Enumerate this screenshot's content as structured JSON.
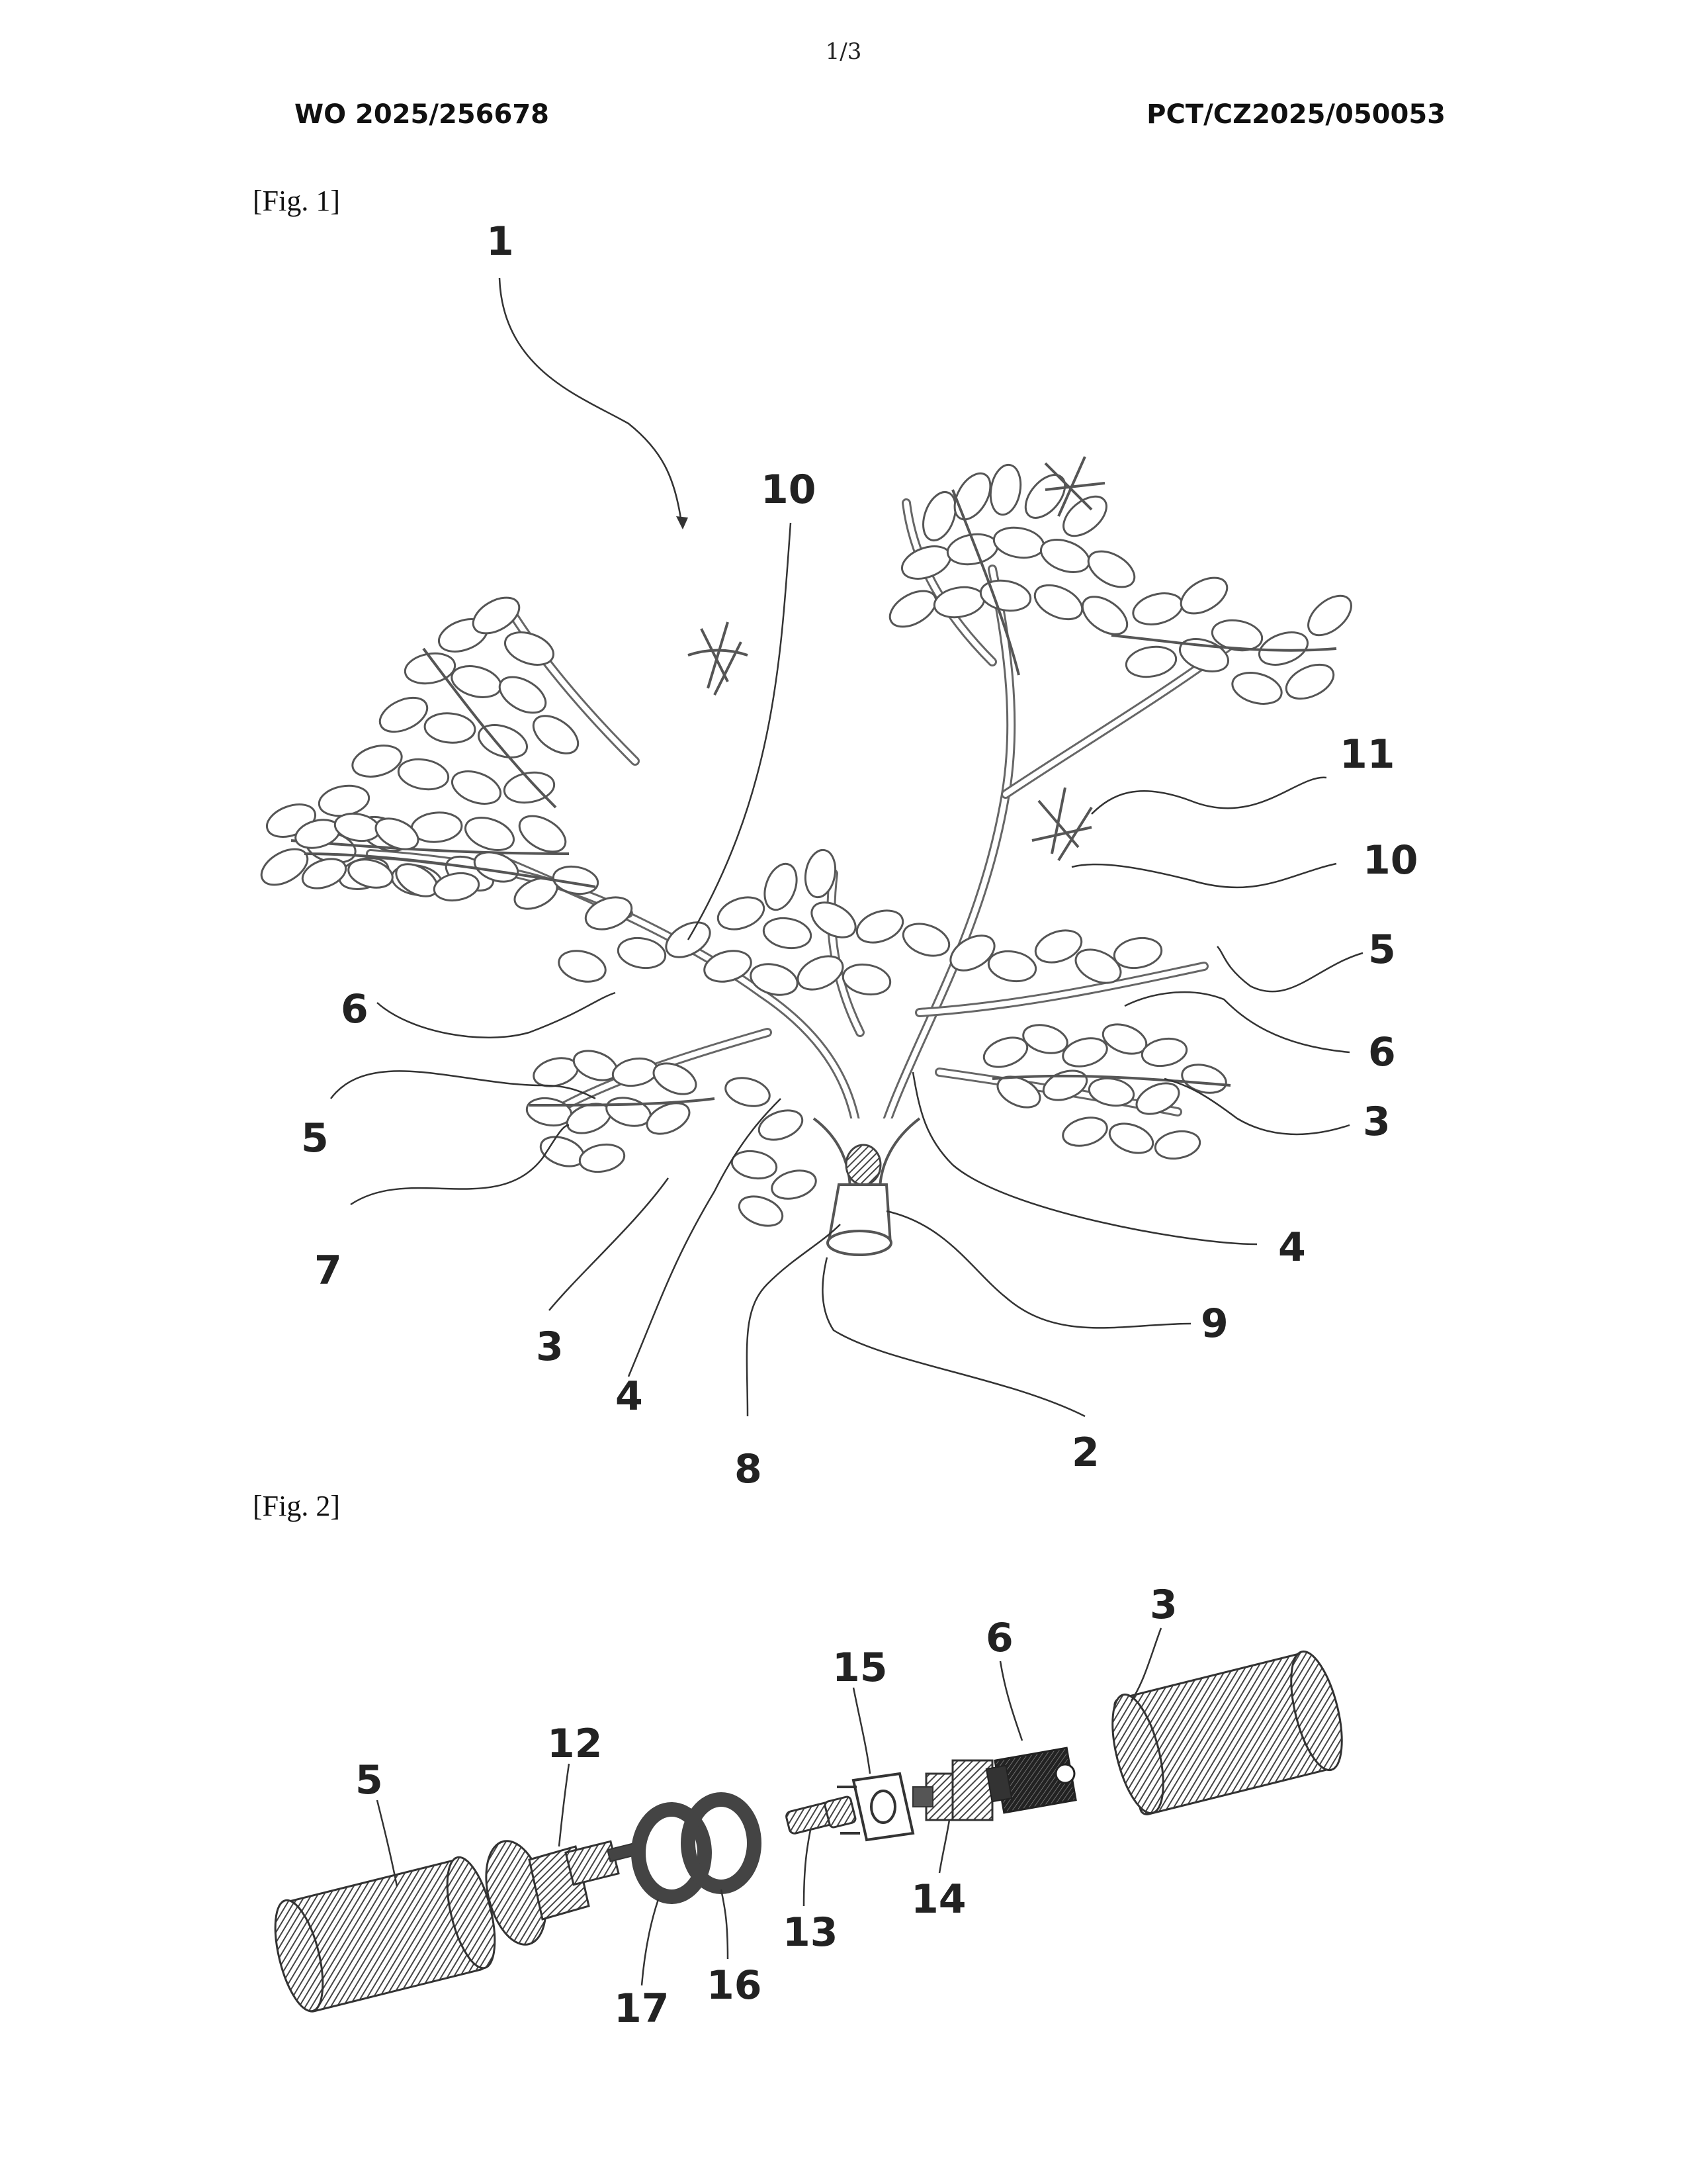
{
  "page": {
    "number": "1/3",
    "doc_number": "WO 2025/256678",
    "app_number": "PCT/CZ2025/050053"
  },
  "figures": [
    {
      "caption": "[Fig. 1]",
      "refs": [
        "1",
        "10",
        "11",
        "10",
        "5",
        "6",
        "3",
        "4",
        "9",
        "2",
        "8",
        "4",
        "3",
        "7",
        "5",
        "6"
      ]
    },
    {
      "caption": "[Fig. 2]",
      "refs": [
        "3",
        "6",
        "15",
        "12",
        "5",
        "14",
        "13",
        "16",
        "17"
      ]
    }
  ],
  "palette": {
    "ink": "#222222",
    "paper": "#ffffff",
    "hatch": "#555555"
  }
}
